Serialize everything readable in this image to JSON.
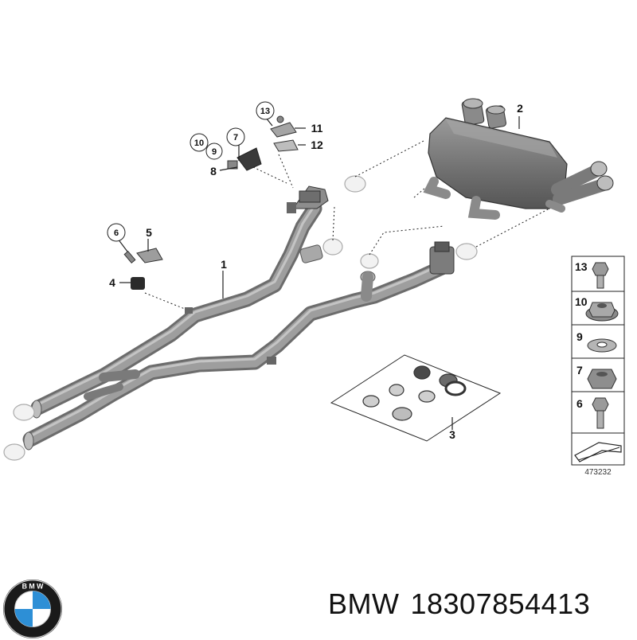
{
  "callouts": {
    "c1": "1",
    "c2": "2",
    "c3": "3",
    "c4": "4",
    "c5": "5",
    "c6": "6",
    "c7": "7",
    "c8": "8",
    "c9": "9",
    "c10": "10",
    "c11": "11",
    "c12": "12",
    "c13": "13"
  },
  "legend": {
    "items": [
      {
        "number": "13",
        "part": "bolt-icon"
      },
      {
        "number": "10",
        "part": "collar-nut-icon"
      },
      {
        "number": "9",
        "part": "washer-icon"
      },
      {
        "number": "7",
        "part": "hex-nut-icon"
      },
      {
        "number": "6",
        "part": "bolt-icon"
      }
    ],
    "diagram_number": "473232"
  },
  "caption": {
    "brand": "BMW",
    "part_number": "18307854413"
  },
  "logo": {
    "letters": "BMW",
    "colors": {
      "ring": "#1a1a1a",
      "blue": "#2d8fd6",
      "white": "#ffffff"
    }
  },
  "colors": {
    "pipe": "#8e8e8e",
    "pipe_dark": "#6e6e6e",
    "muffler": "#7a7a7a",
    "line": "#222222"
  }
}
